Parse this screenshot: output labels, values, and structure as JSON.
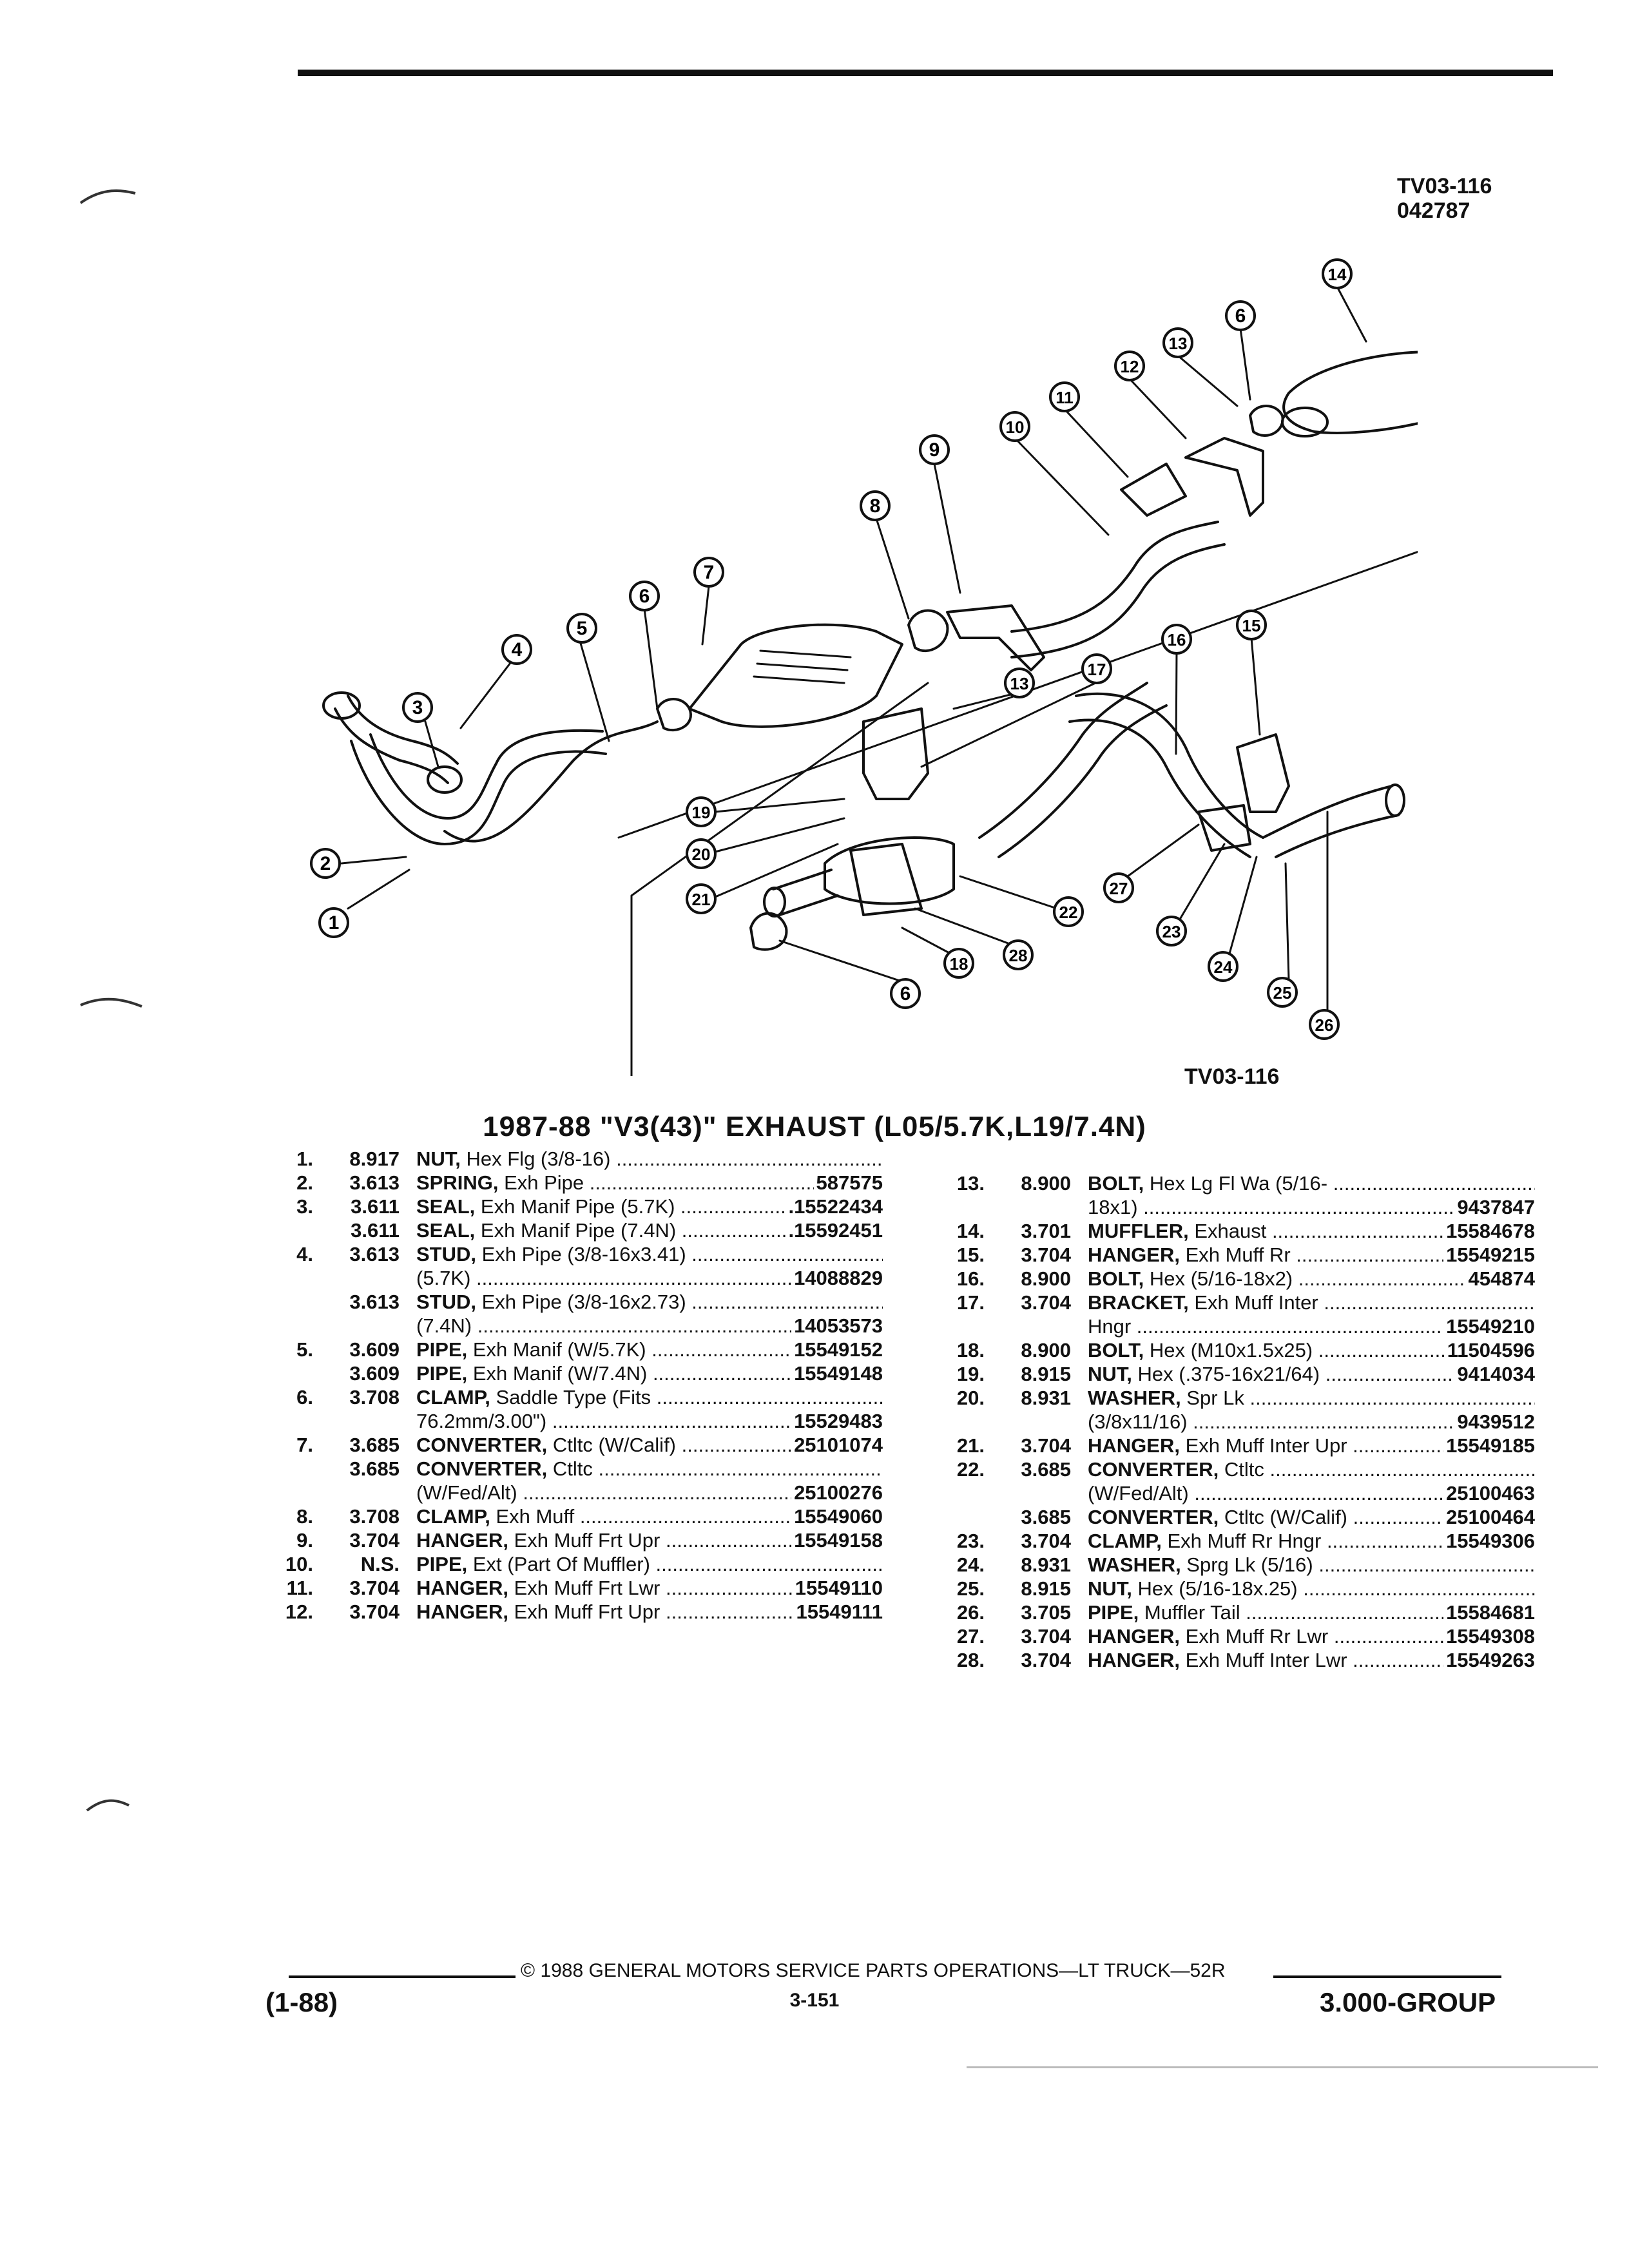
{
  "figure": {
    "code_top": "TV03-116",
    "date_code": "042787",
    "code_bottom": "TV03-116",
    "callouts": [
      "1",
      "2",
      "3",
      "4",
      "5",
      "6",
      "7",
      "8",
      "9",
      "10",
      "11",
      "12",
      "13",
      "14",
      "15",
      "16",
      "17",
      "18",
      "19",
      "20",
      "21",
      "22",
      "23",
      "24",
      "25",
      "26",
      "27",
      "28"
    ]
  },
  "title": "1987-88 \"V3(43)\" EXHAUST (L05/5.7K,L19/7.4N)",
  "parts_left": [
    {
      "num": "1.",
      "grp": "8.917",
      "lines": [
        {
          "name": "NUT,",
          "desc": " Hex Flg (3/8-16)",
          "pn": ""
        }
      ]
    },
    {
      "num": "2.",
      "grp": "3.613",
      "lines": [
        {
          "name": "SPRING,",
          "desc": " Exh Pipe",
          "pn": "587575"
        }
      ]
    },
    {
      "num": "3.",
      "grp": "3.611",
      "lines": [
        {
          "name": "SEAL,",
          "desc": " Exh Manif Pipe (5.7K)",
          "pn": ".15522434"
        }
      ]
    },
    {
      "num": "",
      "grp": "3.611",
      "lines": [
        {
          "name": "SEAL,",
          "desc": " Exh Manif Pipe (7.4N)",
          "pn": ".15592451"
        }
      ]
    },
    {
      "num": "4.",
      "grp": "3.613",
      "lines": [
        {
          "name": "STUD,",
          "desc": " Exh Pipe (3/8-16x3.41)",
          "pn": ""
        },
        {
          "name": "",
          "desc": "(5.7K)",
          "pn": "14088829"
        }
      ]
    },
    {
      "num": "",
      "grp": "3.613",
      "lines": [
        {
          "name": "STUD,",
          "desc": " Exh Pipe (3/8-16x2.73)",
          "pn": ""
        },
        {
          "name": "",
          "desc": "(7.4N)",
          "pn": "14053573"
        }
      ]
    },
    {
      "num": "5.",
      "grp": "3.609",
      "lines": [
        {
          "name": "PIPE,",
          "desc": " Exh Manif (W/5.7K)",
          "pn": "15549152"
        }
      ]
    },
    {
      "num": "",
      "grp": "3.609",
      "lines": [
        {
          "name": "PIPE,",
          "desc": " Exh Manif (W/7.4N)",
          "pn": "15549148"
        }
      ]
    },
    {
      "num": "6.",
      "grp": "3.708",
      "lines": [
        {
          "name": "CLAMP,",
          "desc": " Saddle Type (Fits",
          "pn": ""
        },
        {
          "name": "",
          "desc": "76.2mm/3.00\")",
          "pn": "15529483"
        }
      ]
    },
    {
      "num": "7.",
      "grp": "3.685",
      "lines": [
        {
          "name": "CONVERTER,",
          "desc": " Ctltc (W/Calif)",
          "pn": "25101074"
        }
      ]
    },
    {
      "num": "",
      "grp": "3.685",
      "lines": [
        {
          "name": "CONVERTER,",
          "desc": " Ctltc",
          "pn": ""
        },
        {
          "name": "",
          "desc": "(W/Fed/Alt)",
          "pn": "25100276"
        }
      ]
    },
    {
      "num": "8.",
      "grp": "3.708",
      "lines": [
        {
          "name": "CLAMP,",
          "desc": " Exh Muff",
          "pn": "15549060"
        }
      ]
    },
    {
      "num": "9.",
      "grp": "3.704",
      "lines": [
        {
          "name": "HANGER,",
          "desc": " Exh Muff Frt Upr",
          "pn": "15549158"
        }
      ]
    },
    {
      "num": "10.",
      "grp": "N.S.",
      "lines": [
        {
          "name": "PIPE,",
          "desc": " Ext (Part Of Muffler)",
          "pn": ""
        }
      ]
    },
    {
      "num": "11.",
      "grp": "3.704",
      "lines": [
        {
          "name": "HANGER,",
          "desc": " Exh Muff Frt Lwr",
          "pn": "15549110"
        }
      ]
    },
    {
      "num": "12.",
      "grp": "3.704",
      "lines": [
        {
          "name": "HANGER,",
          "desc": " Exh Muff Frt Upr",
          "pn": "15549111"
        }
      ]
    }
  ],
  "parts_right": [
    {
      "num": "13.",
      "grp": "8.900",
      "lines": [
        {
          "name": "BOLT,",
          "desc": " Hex Lg Fl Wa (5/16-",
          "pn": ""
        },
        {
          "name": "",
          "desc": "18x1)",
          "pn": "9437847"
        }
      ]
    },
    {
      "num": "14.",
      "grp": "3.701",
      "lines": [
        {
          "name": "MUFFLER,",
          "desc": " Exhaust",
          "pn": "15584678"
        }
      ]
    },
    {
      "num": "15.",
      "grp": "3.704",
      "lines": [
        {
          "name": "HANGER,",
          "desc": " Exh Muff Rr",
          "pn": "15549215"
        }
      ]
    },
    {
      "num": "16.",
      "grp": "8.900",
      "lines": [
        {
          "name": "BOLT,",
          "desc": " Hex (5/16-18x2)",
          "pn": "454874"
        }
      ]
    },
    {
      "num": "17.",
      "grp": "3.704",
      "lines": [
        {
          "name": "BRACKET,",
          "desc": " Exh Muff Inter",
          "pn": ""
        },
        {
          "name": "",
          "desc": "Hngr",
          "pn": "15549210"
        }
      ]
    },
    {
      "num": "18.",
      "grp": "8.900",
      "lines": [
        {
          "name": "BOLT,",
          "desc": " Hex (M10x1.5x25)",
          "pn": "11504596"
        }
      ]
    },
    {
      "num": "19.",
      "grp": "8.915",
      "lines": [
        {
          "name": "NUT,",
          "desc": " Hex (.375-16x21/64)",
          "pn": "9414034"
        }
      ]
    },
    {
      "num": "20.",
      "grp": "8.931",
      "lines": [
        {
          "name": "WASHER,",
          "desc": " Spr Lk",
          "pn": ""
        },
        {
          "name": "",
          "desc": "(3/8x11/16)",
          "pn": "9439512"
        }
      ]
    },
    {
      "num": "21.",
      "grp": "3.704",
      "lines": [
        {
          "name": "HANGER,",
          "desc": " Exh Muff Inter Upr",
          "pn": "15549185"
        }
      ]
    },
    {
      "num": "22.",
      "grp": "3.685",
      "lines": [
        {
          "name": "CONVERTER,",
          "desc": " Ctltc",
          "pn": ""
        },
        {
          "name": "",
          "desc": "(W/Fed/Alt)",
          "pn": "25100463"
        }
      ]
    },
    {
      "num": "",
      "grp": "3.685",
      "lines": [
        {
          "name": "CONVERTER,",
          "desc": " Ctltc (W/Calif)",
          "pn": "25100464"
        }
      ]
    },
    {
      "num": "23.",
      "grp": "3.704",
      "lines": [
        {
          "name": "CLAMP,",
          "desc": " Exh Muff Rr Hngr",
          "pn": "15549306"
        }
      ]
    },
    {
      "num": "24.",
      "grp": "8.931",
      "lines": [
        {
          "name": "WASHER,",
          "desc": " Sprg Lk (5/16)",
          "pn": ""
        }
      ]
    },
    {
      "num": "25.",
      "grp": "8.915",
      "lines": [
        {
          "name": "NUT,",
          "desc": " Hex (5/16-18x.25)",
          "pn": ""
        }
      ]
    },
    {
      "num": "26.",
      "grp": "3.705",
      "lines": [
        {
          "name": "PIPE,",
          "desc": " Muffler Tail",
          "pn": "15584681"
        }
      ]
    },
    {
      "num": "27.",
      "grp": "3.704",
      "lines": [
        {
          "name": "HANGER,",
          "desc": " Exh Muff Rr Lwr",
          "pn": "15549308"
        }
      ]
    },
    {
      "num": "28.",
      "grp": "3.704",
      "lines": [
        {
          "name": "HANGER,",
          "desc": " Exh Muff Inter Lwr",
          "pn": "15549263"
        }
      ]
    }
  ],
  "footer": {
    "copyright": "© 1988 GENERAL MOTORS SERVICE PARTS OPERATIONS—LT TRUCK—52R",
    "page": "3-151",
    "date": "(1-88)",
    "group": "3.000-GROUP"
  }
}
